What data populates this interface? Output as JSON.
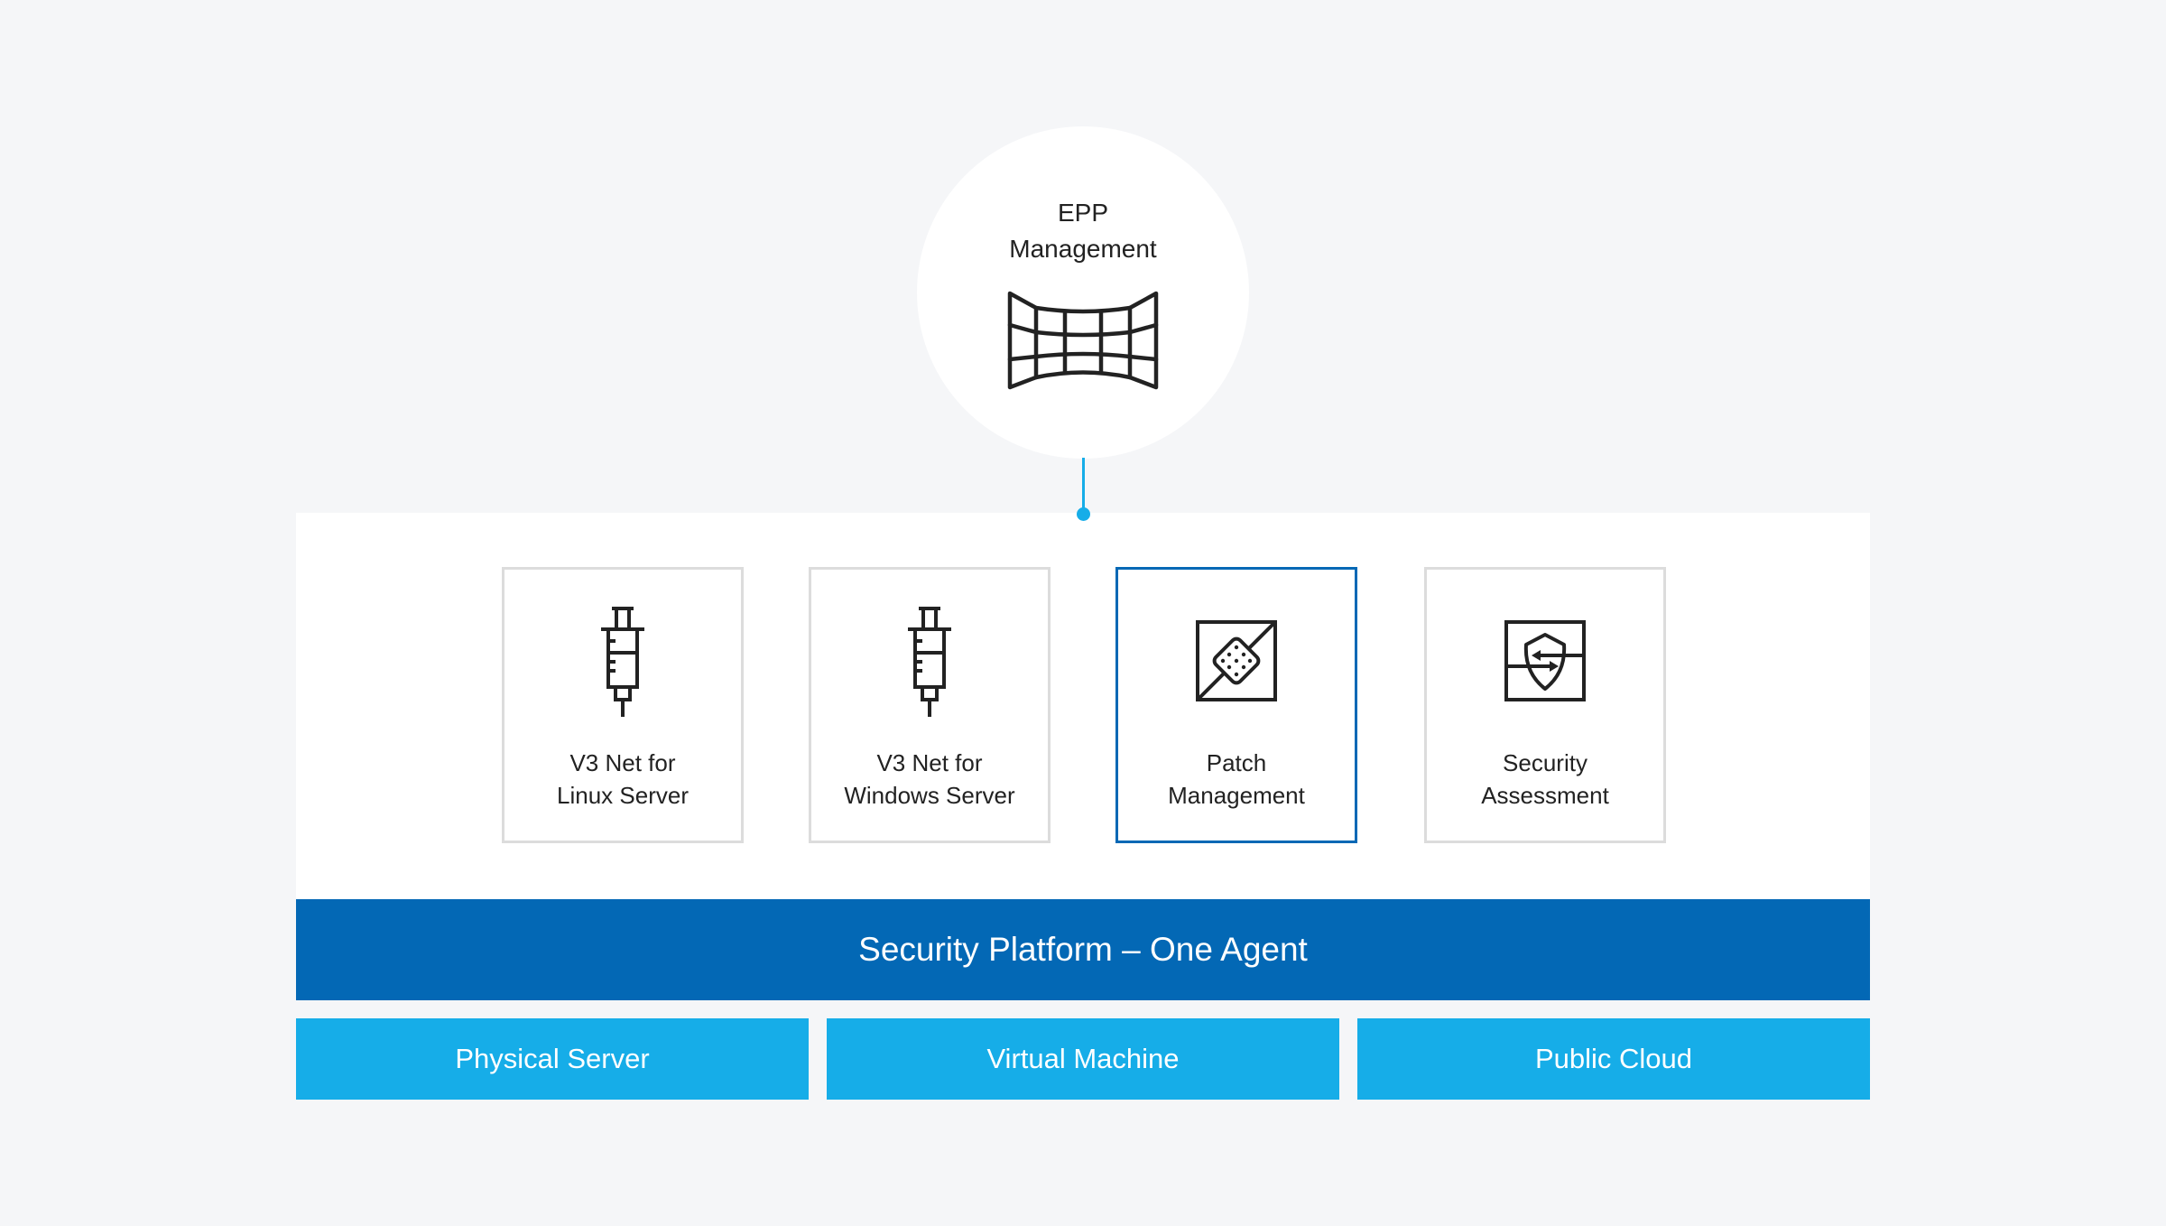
{
  "colors": {
    "background": "#F5F6F8",
    "panel": "#FFFFFF",
    "platform_blue": "#0368B5",
    "environment_blue": "#16ADE8",
    "card_border": "#DCDCDC",
    "card_border_active": "#0368B5",
    "text_dark": "#222222",
    "text_light": "#FFFFFF"
  },
  "management": {
    "title_line1": "EPP",
    "title_line2": "Management",
    "icon": "video-wall-grid-icon"
  },
  "products": [
    {
      "line1": "V3 Net for",
      "line2": "Linux Server",
      "icon": "syringe-icon",
      "highlighted": false
    },
    {
      "line1": "V3 Net for",
      "line2": "Windows Server",
      "icon": "syringe-icon",
      "highlighted": false
    },
    {
      "line1": "Patch",
      "line2": "Management",
      "icon": "bandage-patch-icon",
      "highlighted": true
    },
    {
      "line1": "Security",
      "line2": "Assessment",
      "icon": "shield-exchange-icon",
      "highlighted": false
    }
  ],
  "platform": {
    "label": "Security Platform – One Agent"
  },
  "environments": [
    {
      "label": "Physical Server"
    },
    {
      "label": "Virtual Machine"
    },
    {
      "label": "Public Cloud"
    }
  ]
}
